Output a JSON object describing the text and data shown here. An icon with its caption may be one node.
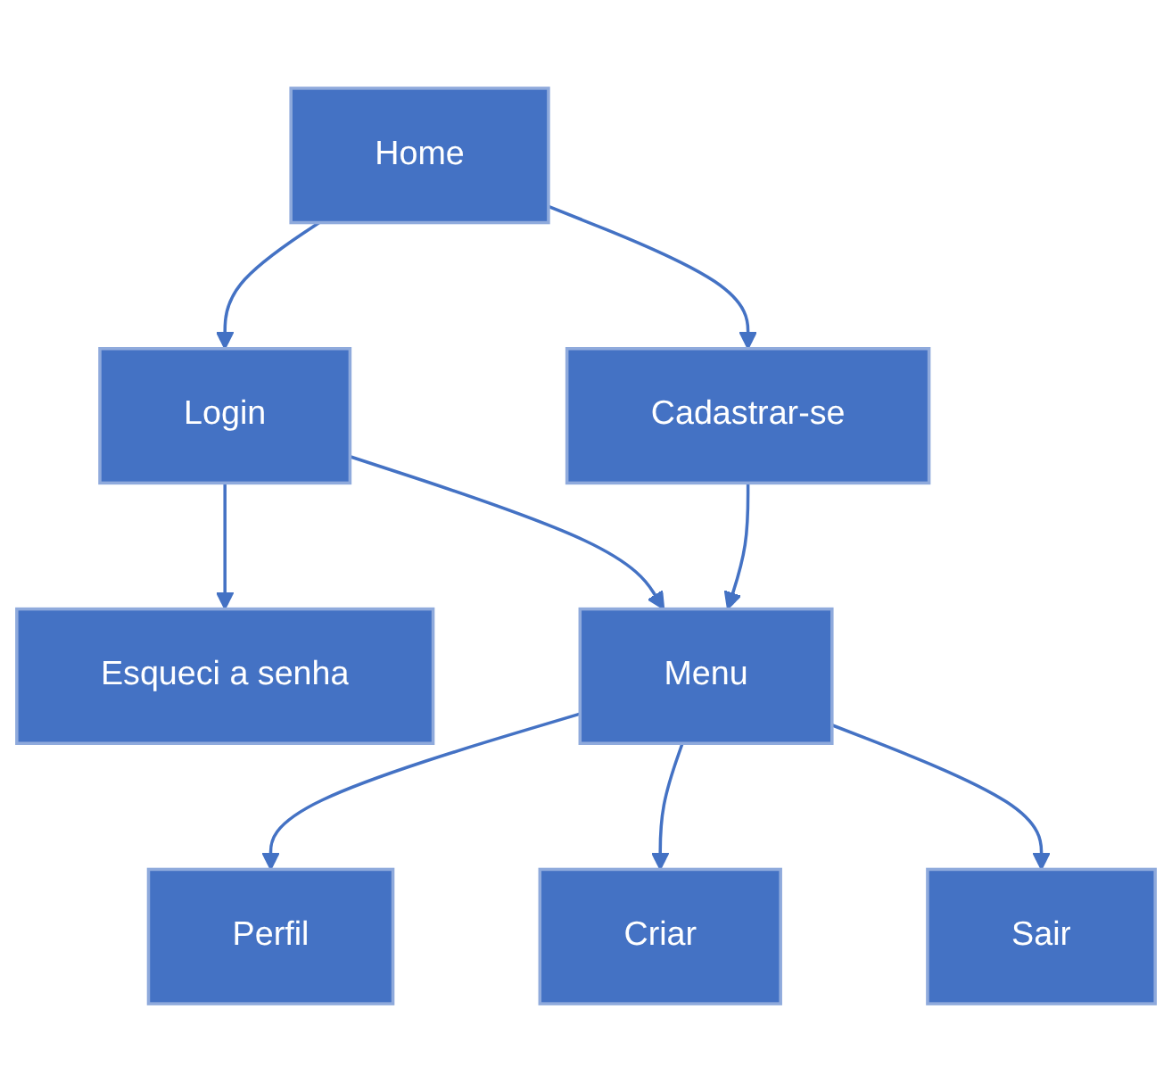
{
  "diagram": {
    "nodes": [
      {
        "text": [
          "Home"
        ]
      },
      {
        "text": [
          "Cadastrar-se"
        ]
      },
      {
        "text": [
          "Login"
        ]
      },
      {
        "text": [
          "Esqueci a senha"
        ]
      },
      {
        "text": [
          "Menu"
        ]
      },
      {
        "text": [
          "Perfil"
        ]
      },
      {
        "text": [
          "Criar"
        ]
      },
      {
        "text": [
          "Sair"
        ]
      }
    ],
    "edges": [
      {
        "from": 0,
        "to": 1,
        "arrow": "to"
      },
      {
        "from": 0,
        "to": 2,
        "arrow": "to"
      },
      {
        "from": 2,
        "to": 3,
        "arrow": "to"
      },
      {
        "from": 1,
        "to": 4,
        "arrow": "to"
      },
      {
        "from": 2,
        "to": 4,
        "arrow": "to"
      },
      {
        "from": 4,
        "to": 5,
        "arrow": "to"
      },
      {
        "from": 4,
        "to": 6,
        "arrow": "to"
      },
      {
        "from": 4,
        "to": 7,
        "arrow": "to"
      }
    ]
  }
}
